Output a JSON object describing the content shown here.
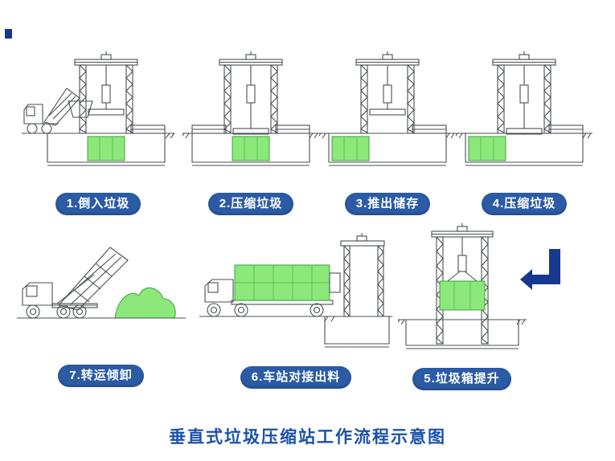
{
  "title": "垂直式垃圾压缩站工作流程示意图",
  "steps": {
    "s1": "1.倒入垃圾",
    "s2": "2.压缩垃圾",
    "s3": "3.推出储存",
    "s4": "4.压缩垃圾",
    "s5": "5.垃圾箱提升",
    "s6": "6.车站对接出料",
    "s7": "7.转运倾卸"
  },
  "icons": {
    "flow_arrow": "left-turn-arrow"
  },
  "colors": {
    "label_bg": "#2b5ba4",
    "title_color": "#1a51a8",
    "arrow_color": "#16388e",
    "green": "#8ce87a",
    "line": "#4a4f55"
  }
}
